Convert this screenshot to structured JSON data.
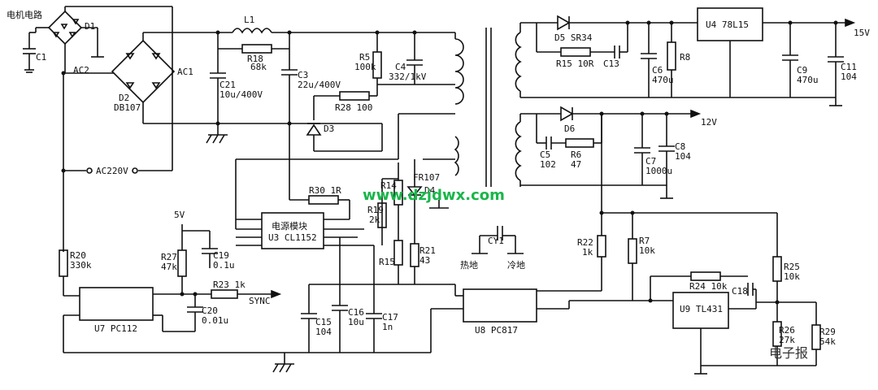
{
  "labels": {
    "motor": "电机电路",
    "D1": "D1",
    "C1": "C1",
    "AC2": "AC2",
    "AC1": "AC1",
    "D2": "D2",
    "DB107": "DB107",
    "L1": "L1",
    "R18": "R18",
    "R18v": "68k",
    "C21": "C21",
    "C21v": "10u/400V",
    "C3": "C3",
    "C3v": "22u/400V",
    "R5": "R5",
    "R5v": "100k",
    "C4": "C4",
    "C4v": "332/1kV",
    "R28": "R28 100",
    "D3": "D3",
    "AC220V": "AC220V",
    "R20": "R20",
    "R20v": "330k",
    "V5": "5V",
    "R27": "R27",
    "R27v": "47k",
    "C19": "C19",
    "C19v": "0.1u",
    "R23": "R23 1k",
    "SYNC": "SYNC",
    "C20": "C20",
    "C20v": "0.01u",
    "U7": "U7 PC112",
    "R30": "R30 1R",
    "module": "电源模块",
    "U3": "U3 CL1152",
    "R14": "R14",
    "FR107": "FR107",
    "D4": "D4",
    "R19": "R19",
    "R19v": "2k",
    "R15": "R15",
    "R21": "R21",
    "R21v": "43",
    "C15": "C15",
    "C15v": "104",
    "C16": "C16",
    "C16v": "10u",
    "C17": "C17",
    "C17v": "1n",
    "CY1": "CY1",
    "hot": "热地",
    "cold": "冷地",
    "U8": "U8 PC817",
    "D5": "D5 SR34",
    "R15b": "R15 10R",
    "C13": "C13",
    "C6": "C6",
    "C6v": "470u",
    "R8": "R8",
    "U4": "U4 78L15",
    "C9": "C9",
    "C9v": "470u",
    "C11": "C11",
    "C11v": "104",
    "V15": "15V",
    "D6": "D6",
    "V12": "12V",
    "C5": "C5",
    "C5v": "102",
    "R6": "R6",
    "R6v": "47",
    "C7": "C7",
    "C7v": "1000u",
    "C8": "C8",
    "C8v": "104",
    "R22": "R22",
    "R22v": "1k",
    "R7": "R7",
    "R7v": "10k",
    "R25": "R25",
    "R25v": "10k",
    "R24": "R24 10k",
    "C18": "C18",
    "U9": "U9 TL431",
    "R26": "R26",
    "R26v": "27k",
    "R29": "R29",
    "R29v": "54k",
    "watermark": "www.dzjdwx.com",
    "wechat": "电子报"
  }
}
